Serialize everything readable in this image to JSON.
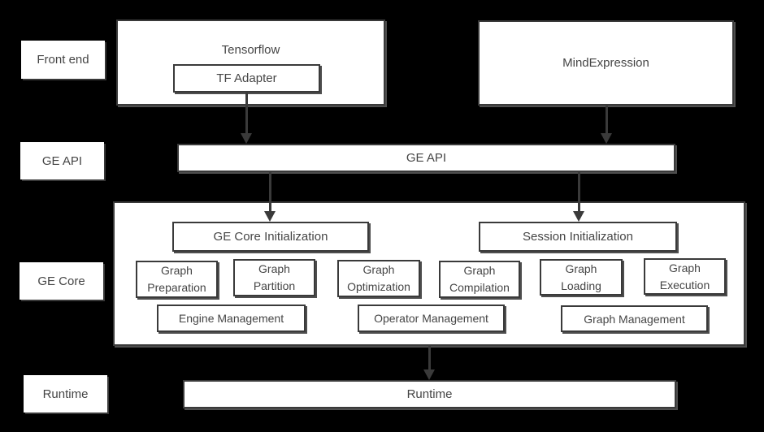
{
  "colors": {
    "background": "#000000",
    "box_fill": "#ffffff",
    "box_border": "#3a3a3a",
    "box_shadow": "#4e4e4e",
    "text": "#454545",
    "arrow": "#3a3a3a"
  },
  "layer_labels": {
    "front_end": "Front end",
    "ge_api": "GE API",
    "ge_core": "GE Core",
    "runtime": "Runtime"
  },
  "front_end": {
    "tensorflow": {
      "title": "Tensorflow",
      "adapter": "TF Adapter"
    },
    "mind_expression": {
      "title": "MindExpression"
    }
  },
  "ge_api": {
    "title": "GE API"
  },
  "ge_core": {
    "init_boxes": [
      {
        "label": "GE Core Initialization"
      },
      {
        "label": "Session Initialization"
      }
    ],
    "modules": [
      {
        "label": "Graph\nPreparation"
      },
      {
        "label": "Graph\nPartition"
      },
      {
        "label": "Graph\nOptimization"
      },
      {
        "label": "Graph\nCompilation"
      },
      {
        "label": "Graph\nLoading"
      },
      {
        "label": "Graph\nExecution"
      }
    ],
    "management": [
      {
        "label": "Engine Management"
      },
      {
        "label": "Operator Management"
      },
      {
        "label": "Graph Management"
      }
    ]
  },
  "runtime": {
    "title": "Runtime"
  }
}
